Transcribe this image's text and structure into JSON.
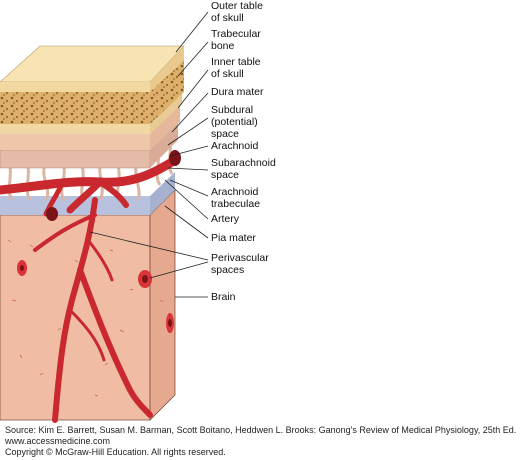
{
  "labels": {
    "outer_table_line1": "Outer table",
    "outer_table_line2": "of skull",
    "trabecular_line1": "Trabecular",
    "trabecular_line2": "bone",
    "inner_table_line1": "Inner table",
    "inner_table_line2": "of skull",
    "dura_mater": "Dura mater",
    "subdural_line1": "Subdural",
    "subdural_line2": "(potential)",
    "subdural_line3": "space",
    "arachnoid": "Arachnoid",
    "subarachnoid_line1": "Subarachnoid",
    "subarachnoid_line2": "space",
    "arachnoid_trabeculae_line1": "Arachnoid",
    "arachnoid_trabeculae_line2": "trabeculae",
    "artery": "Artery",
    "pia_mater": "Pia mater",
    "perivascular_line1": "Perivascular",
    "perivascular_line2": "spaces",
    "brain": "Brain"
  },
  "source": {
    "citation": "Source: Kim E. Barrett, Susan M. Barman, Scott Boitano, Heddwen L. Brooks: Ganong's Review of Medical Physiology, 25th Ed.",
    "website": "www.accessmedicine.com",
    "copyright": "Copyright © McGraw-Hill Education.  All rights reserved."
  },
  "colors": {
    "bone_top": "#f6e2b0",
    "trabecular": "#d4a865",
    "dura": "#ecc3a6",
    "arachnoid": "#e3b8a2",
    "pia": "#b5c0dc",
    "brain": "#f0bca4",
    "brain_side": "#e6a98f",
    "artery": "#c8282e"
  }
}
